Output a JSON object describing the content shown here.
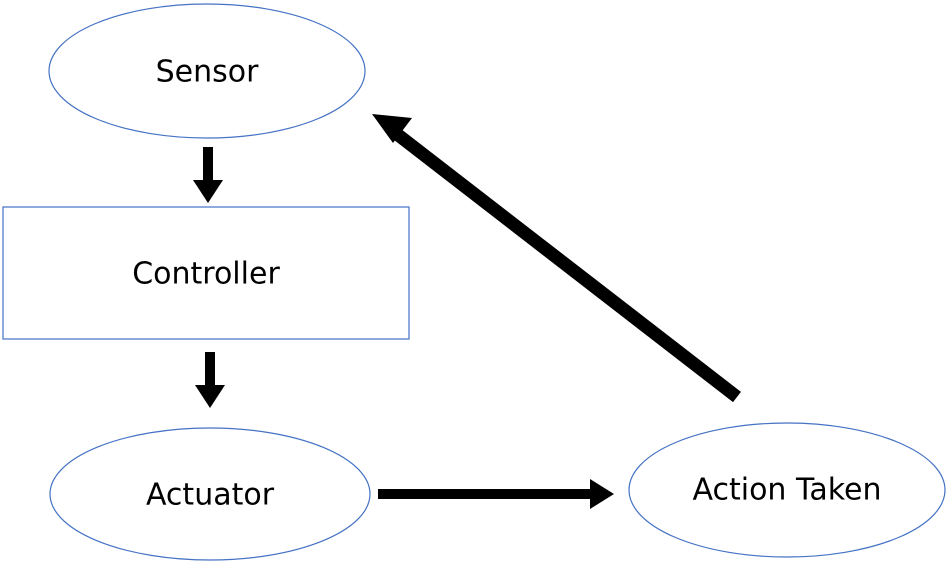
{
  "nodes": {
    "sensor": {
      "label": "Sensor"
    },
    "controller": {
      "label": "Controller"
    },
    "actuator": {
      "label": "Actuator"
    },
    "action_taken": {
      "label": "Action Taken"
    }
  },
  "edges": [
    {
      "from": "sensor",
      "to": "controller"
    },
    {
      "from": "controller",
      "to": "actuator"
    },
    {
      "from": "actuator",
      "to": "action_taken"
    },
    {
      "from": "action_taken",
      "to": "sensor"
    }
  ],
  "colors": {
    "node_border": "#4472c4",
    "node_fill": "#ffffff",
    "arrow": "#000000",
    "text": "#000000"
  }
}
